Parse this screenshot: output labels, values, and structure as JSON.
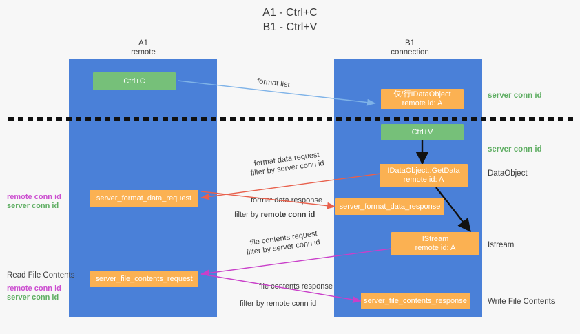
{
  "title": {
    "line1": "A1 - Ctrl+C",
    "line2": "B1 - Ctrl+V"
  },
  "lanes": [
    {
      "id": "a1",
      "name": "A1",
      "sub": "remote",
      "color": "#4a80d8"
    },
    {
      "id": "b1",
      "name": "B1",
      "sub": "connection",
      "color": "#4a80d8"
    }
  ],
  "colors": {
    "lane": "#4a80d8",
    "green_box": "#76c079",
    "orange_box": "#fbb152",
    "server_conn": "#5fae63",
    "remote_conn": "#cc4fd0",
    "arrow_blue": "#7fb3e8",
    "arrow_red": "#e8604c",
    "arrow_magenta": "#c93fc9",
    "arrow_black": "#111111",
    "background": "#f7f7f7"
  },
  "boxes": {
    "ctrl_c": {
      "text": "Ctrl+C"
    },
    "ctrl_v": {
      "text": "Ctrl+V"
    },
    "idataobject": {
      "line1": "仅/行IDataObject",
      "line2": "remote id: A"
    },
    "getdata": {
      "line1": "IDataObject::GetData",
      "line2": "remote id: A"
    },
    "istream": {
      "line1": "IStream",
      "line2": "remote id: A"
    },
    "server_format_data_request": {
      "text": "server_format_data_request"
    },
    "server_format_data_response": {
      "text": "server_format_data_response"
    },
    "server_file_contents_request": {
      "text": "server_file_contents_request"
    },
    "server_file_contents_response": {
      "text": "server_file_contents_response"
    }
  },
  "right_labels": {
    "server_conn_id_1": "server conn id",
    "server_conn_id_2": "server conn id",
    "dataobject": "DataObject",
    "istream": "Istream",
    "write_file_contents": "Write File Contents"
  },
  "left_labels": {
    "remote_conn_id_1": "remote conn id",
    "server_conn_id_1": "server conn id",
    "read_file_contents": "Read File Contents",
    "remote_conn_id_2": "remote conn id",
    "server_conn_id_2": "server conn id"
  },
  "edge_labels": {
    "format_list": "format list",
    "format_data_request": "format data request",
    "format_data_request_filter_prefix": "filter by ",
    "format_data_request_filter_value": "server conn id",
    "format_data_response": "format data response",
    "format_data_response_filter_prefix": "filter by ",
    "format_data_response_filter_value": "remote conn id",
    "file_contents_request": "file contents request",
    "file_contents_request_filter_prefix": "filter by ",
    "file_contents_request_filter_value": "server conn id",
    "file_contents_response": "file contents response",
    "file_contents_response_filter_prefix": "filter by ",
    "file_contents_response_filter_value": "remote conn id"
  }
}
